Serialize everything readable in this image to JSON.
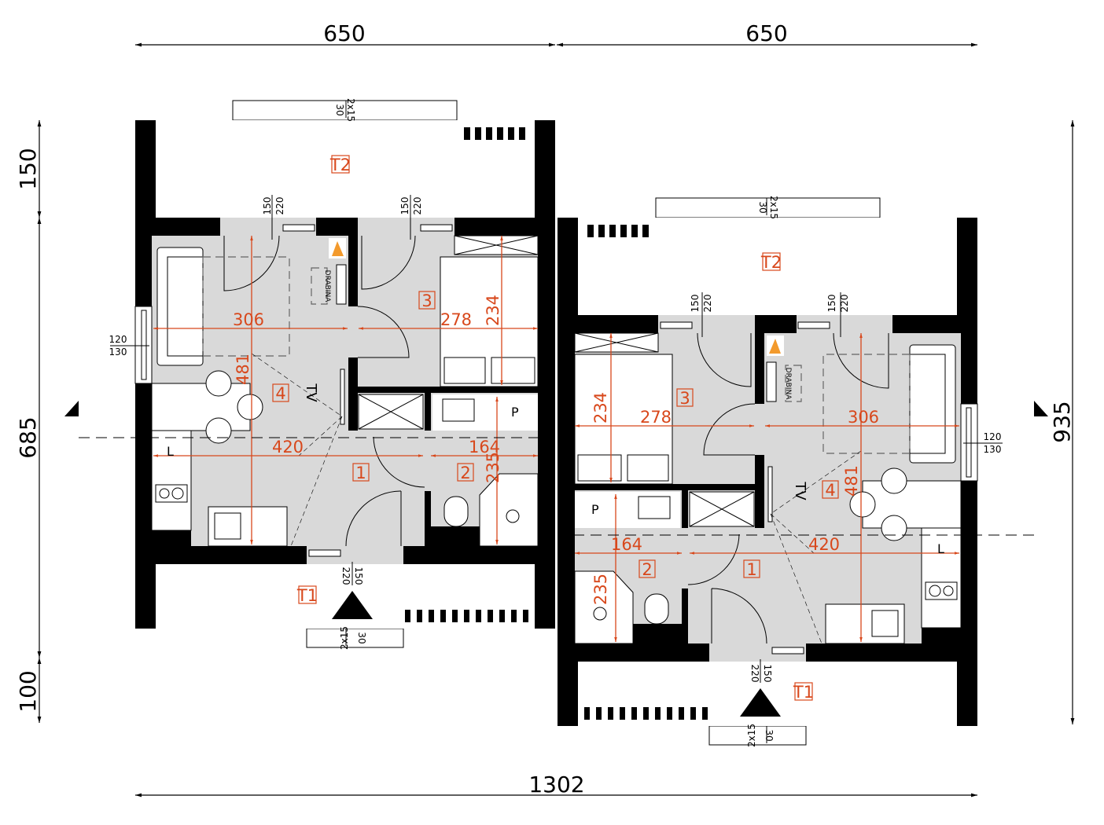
{
  "overall_dimensions": {
    "top_left": "650",
    "top_right": "650",
    "bottom": "1302",
    "left_top": "150",
    "left_middle": "685",
    "left_bottom": "100",
    "right": "935"
  },
  "units": [
    {
      "rooms": {
        "terrace_top": "T2",
        "terrace_bottom": "T1",
        "hall": "1",
        "bathroom": "2",
        "bedroom": "3",
        "living": "4"
      },
      "dims": {
        "living_width": "306",
        "bedroom_width": "278",
        "bedroom_depth": "234",
        "living_depth": "481",
        "hall_width": "420",
        "bath_width": "164",
        "bath_depth": "235"
      }
    },
    {
      "rooms": {
        "terrace_top": "T2",
        "terrace_bottom": "T1",
        "hall": "1",
        "bathroom": "2",
        "bedroom": "3",
        "living": "4"
      },
      "dims": {
        "living_width": "306",
        "bedroom_width": "278",
        "bedroom_depth": "234",
        "living_depth": "481",
        "hall_width": "420",
        "bath_width": "164",
        "bath_depth": "235"
      }
    }
  ],
  "openings": {
    "door_width": "150",
    "door_height": "220",
    "window_width": "120",
    "window_height": "130",
    "step": "30",
    "stair": "2x15"
  },
  "labels": {
    "ladder": "DRABINA",
    "tv": "TV",
    "fridge": "L",
    "washer": "P"
  },
  "colors": {
    "dimension": "#d8481c",
    "floor": "#d9d9d9",
    "wall": "#000000"
  }
}
